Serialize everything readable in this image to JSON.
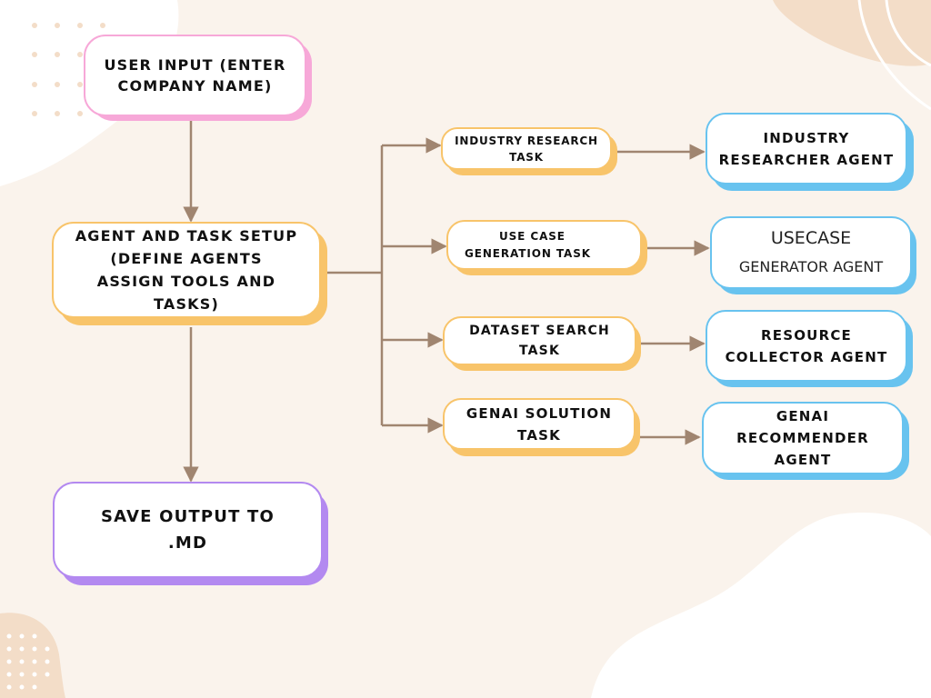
{
  "colors": {
    "background": "#faf3ec",
    "blob": "#f3ddc8",
    "connector": "#a08570",
    "pink": "#f7a8d8",
    "orange": "#f8c46a",
    "purple": "#b389f0",
    "blue": "#68c3ef"
  },
  "nodes": {
    "user_input": {
      "lines": [
        "USER INPUT (ENTER",
        "COMPANY NAME)"
      ]
    },
    "setup": {
      "lines": [
        "AGENT AND TASK SETUP",
        "(DEFINE AGENTS",
        "ASSIGN TOOLS AND",
        "TASKS)"
      ]
    },
    "save": {
      "lines": [
        "SAVE OUTPUT TO",
        ".MD"
      ]
    },
    "task_industry": {
      "lines": [
        "INDUSTRY RESEARCH",
        "TASK"
      ]
    },
    "task_usecase": {
      "lines": [
        "USE CASE",
        "GENERATION TASK"
      ]
    },
    "task_dataset": {
      "lines": [
        "DATASET SEARCH",
        "TASK"
      ]
    },
    "task_genai": {
      "lines": [
        "GENAI SOLUTION",
        "TASK"
      ]
    },
    "agent_industry": {
      "lines": [
        "INDUSTRY",
        "RESEARCHER AGENT"
      ]
    },
    "agent_usecase": {
      "lines": [
        "USECASE",
        "GENERATOR AGENT"
      ]
    },
    "agent_resource": {
      "lines": [
        "RESOURCE",
        "COLLECTOR AGENT"
      ]
    },
    "agent_genai": {
      "lines": [
        "GENAI",
        "RECOMMENDER",
        "AGENT"
      ]
    }
  }
}
